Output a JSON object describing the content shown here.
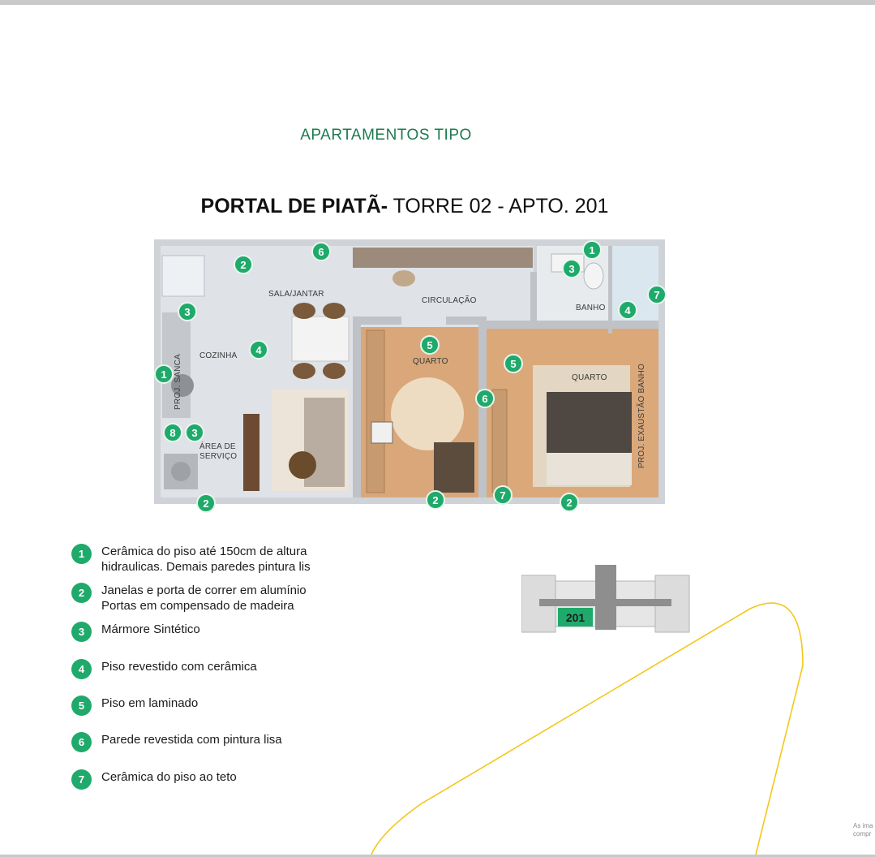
{
  "header": {
    "section_title": "APARTAMENTOS TIPO",
    "title_bold": "PORTAL DE PIATÃ-",
    "title_regular": " TORRE 02 - APTO. 201"
  },
  "plan": {
    "rooms": {
      "sala_jantar": "SALA/JANTAR",
      "circulacao": "CIRCULAÇÃO",
      "banho": "BANHO",
      "cozinha": "COZINHA",
      "quarto_1": "QUARTO",
      "quarto_2": "QUARTO",
      "area_servico_1": "ÁREA DE",
      "area_servico_2": "SERVIÇO",
      "proj_sanca": "PROJ. SANCA",
      "proj_exaustao": "PROJ. EXAUSTÃO BANHO"
    },
    "markers": {
      "m1": "2",
      "m2": "6",
      "m3": "1",
      "m4": "3",
      "m5": "7",
      "m6": "3",
      "m7": "4",
      "m8": "4",
      "m9": "5",
      "m10": "5",
      "m11": "1",
      "m12": "6",
      "m13": "8",
      "m14": "3",
      "m15": "2",
      "m16": "2",
      "m17": "7",
      "m18": "2"
    }
  },
  "legend": [
    {
      "num": "1",
      "line1": "Cerâmica do piso até 150cm de altura",
      "line2": "hidraulicas. Demais paredes pintura lis"
    },
    {
      "num": "2",
      "line1": "Janelas e porta de correr em alumínio",
      "line2": "Portas em compensado de madeira"
    },
    {
      "num": "3",
      "line1": "Mármore Sintético",
      "line2": ""
    },
    {
      "num": "4",
      "line1": "Piso revestido com cerâmica",
      "line2": ""
    },
    {
      "num": "5",
      "line1": "Piso em laminado",
      "line2": ""
    },
    {
      "num": "6",
      "line1": "Parede revestida com pintura lisa",
      "line2": ""
    },
    {
      "num": "7",
      "line1": "Cerâmica do piso ao teto",
      "line2": ""
    }
  ],
  "keyplan": {
    "unit_label": "201"
  },
  "footer": {
    "note_1": "As ima",
    "note_2": "compr"
  },
  "colors": {
    "accent_green": "#1faa6b",
    "title_green": "#1d7a4f",
    "curve_yellow": "#f2c81d"
  }
}
